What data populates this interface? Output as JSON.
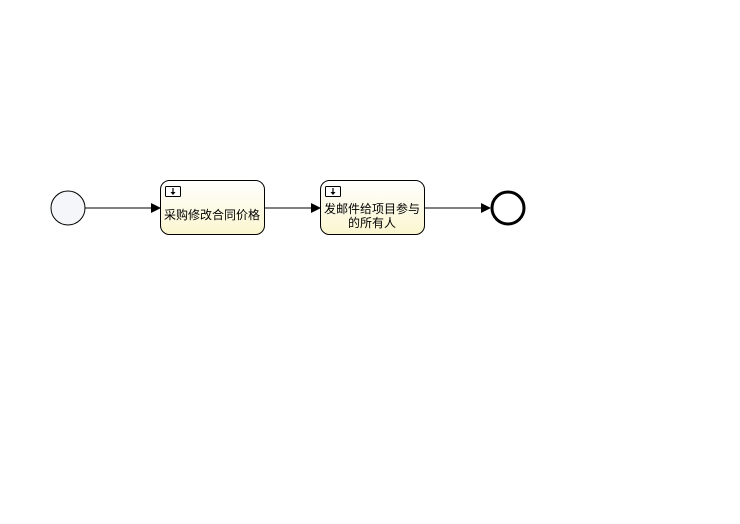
{
  "diagram": {
    "start_event": {
      "type": "start-event"
    },
    "tasks": [
      {
        "id": "task1",
        "type": "service-task",
        "icon": "service-task-icon",
        "lines": [
          "采购修改合同价格"
        ]
      },
      {
        "id": "task2",
        "type": "service-task",
        "icon": "service-task-icon",
        "lines": [
          "发邮件给项目参与",
          "的所有人"
        ]
      }
    ],
    "end_event": {
      "type": "end-event"
    },
    "flows": [
      "start-to-task1",
      "task1-to-task2",
      "task2-to-end"
    ],
    "colors": {
      "task_fill_top": "#ffffff",
      "task_fill_bottom": "#fbf6cf",
      "start_fill": "#f5f6fa",
      "stroke": "#000000"
    }
  }
}
